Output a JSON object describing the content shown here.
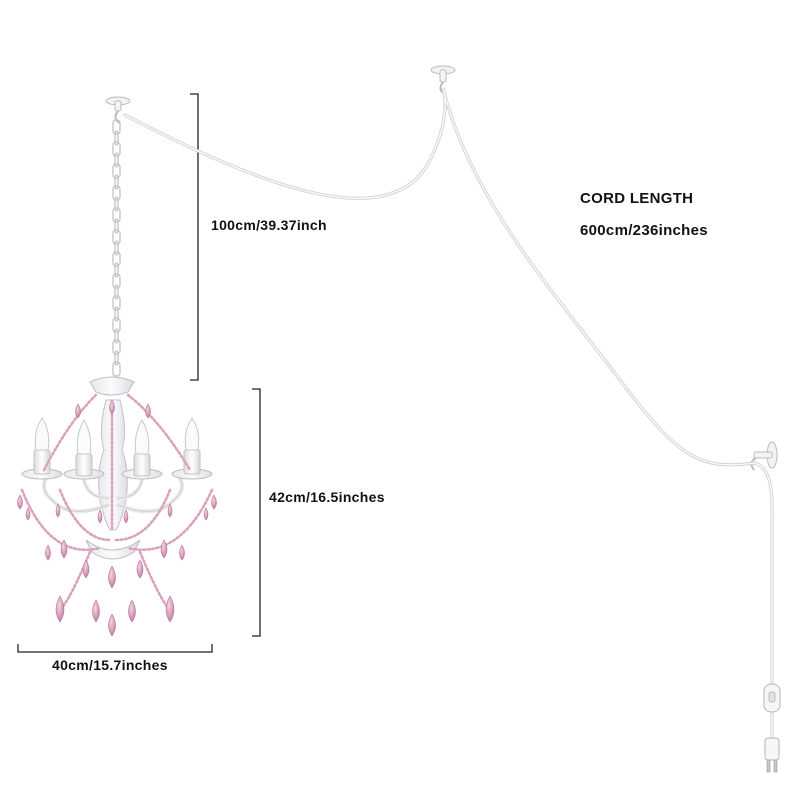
{
  "dimensions": {
    "chain_length": "100cm/39.37inch",
    "height": "42cm/16.5inches",
    "width": "40cm/15.7inches"
  },
  "cord": {
    "title": "CORD LENGTH",
    "value": "600cm/236inches"
  },
  "colors": {
    "crystal_pink": "#d9a3bd",
    "crystal_pink_dark": "#b9799a",
    "frame_white": "#f4f4f4",
    "outline": "#c9c9c9",
    "dimension_line": "#222222",
    "cord": "#e8e8e8"
  },
  "icons": [
    "ceiling-hook-icon",
    "plug-icon",
    "inline-switch-icon"
  ]
}
